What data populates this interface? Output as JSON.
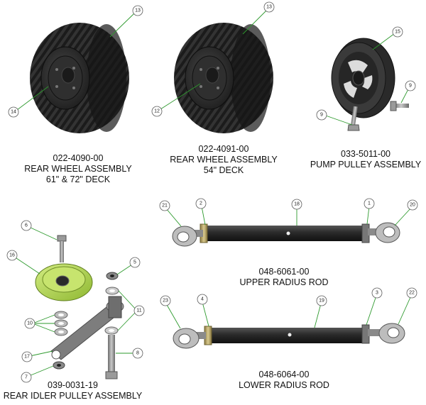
{
  "colors": {
    "leader": "#2e9a2e",
    "tire": "#1c1c1c",
    "rim": "#2a2a2a",
    "pulley_green": "#b9dc5a",
    "metal": "#8c8c8c",
    "rod": "#2b2b2b"
  },
  "assemblies": {
    "rear_wheel_61_72": {
      "part_number": "022-4090-00",
      "name": "REAR WHEEL ASSEMBLY",
      "note": "61\" & 72\" DECK",
      "callouts": [
        "13",
        "14"
      ]
    },
    "rear_wheel_54": {
      "part_number": "022-4091-00",
      "name": "REAR WHEEL ASSEMBLY",
      "note": "54\" DECK",
      "callouts": [
        "13",
        "12"
      ]
    },
    "pump_pulley": {
      "part_number": "033-5011-00",
      "name": "PUMP PULLEY ASSEMBLY",
      "callouts": [
        "15",
        "9",
        "9"
      ]
    },
    "upper_radius_rod": {
      "part_number": "048-6061-00",
      "name": "UPPER RADIUS ROD",
      "callouts": [
        "21",
        "2",
        "18",
        "1",
        "20"
      ]
    },
    "lower_radius_rod": {
      "part_number": "048-6064-00",
      "name": "LOWER RADIUS ROD",
      "callouts": [
        "23",
        "4",
        "19",
        "3",
        "22"
      ]
    },
    "rear_idler_pulley": {
      "part_number": "039-0031-19",
      "name": "REAR IDLER PULLEY ASSEMBLY",
      "callouts": [
        "6",
        "16",
        "5",
        "10",
        "11",
        "17",
        "8",
        "7"
      ]
    }
  }
}
